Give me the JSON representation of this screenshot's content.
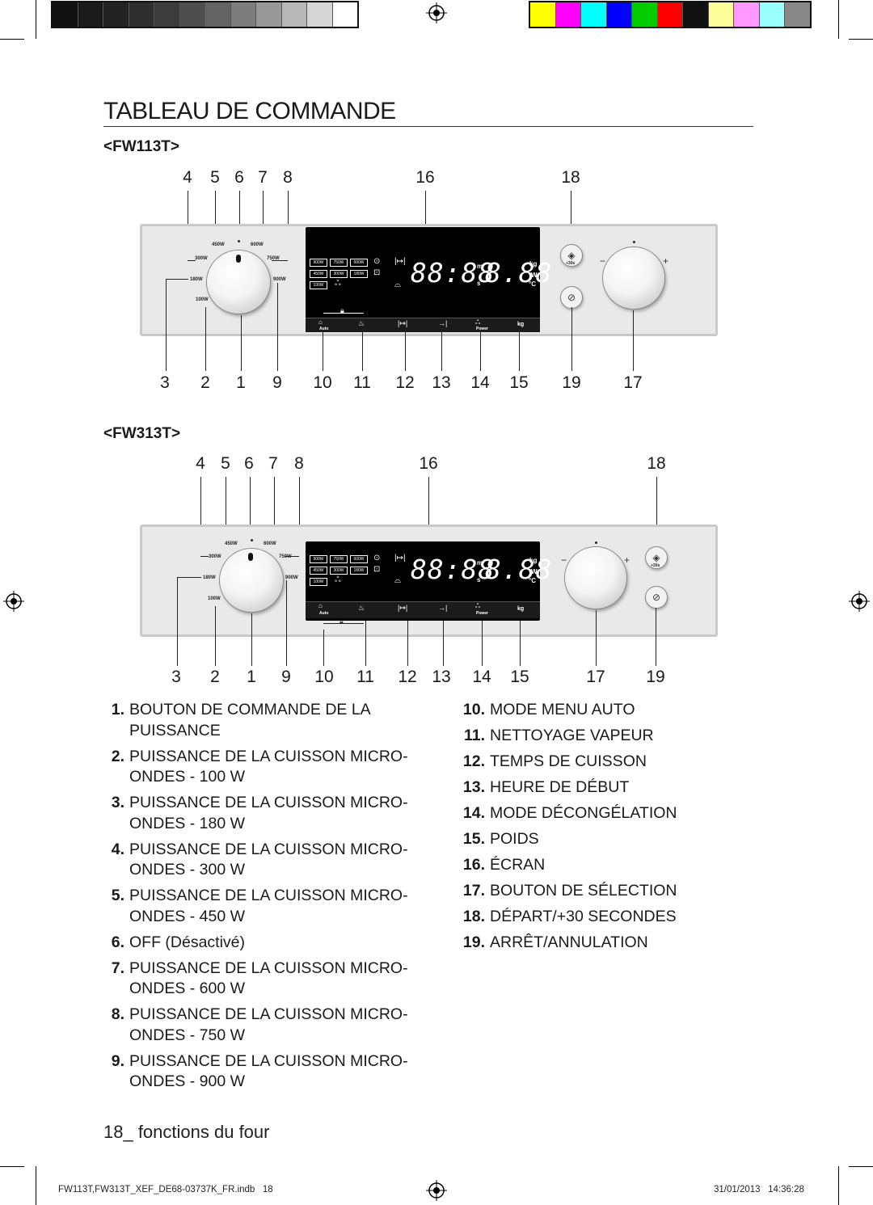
{
  "title": "TABLEAU DE COMMANDE",
  "models": {
    "first": "<FW113T>",
    "second": "<FW313T>"
  },
  "panel_top": {
    "top_numbers": [
      "4",
      "5",
      "6",
      "7",
      "8",
      "16",
      "18"
    ],
    "bottom_numbers": [
      "3",
      "2",
      "1",
      "9",
      "10",
      "11",
      "12",
      "13",
      "14",
      "15",
      "19",
      "17"
    ]
  },
  "panel_bottom": {
    "top_numbers": [
      "4",
      "5",
      "6",
      "7",
      "8",
      "16",
      "18"
    ],
    "bottom_numbers": [
      "3",
      "2",
      "1",
      "9",
      "10",
      "11",
      "12",
      "13",
      "14",
      "15",
      "17",
      "19"
    ]
  },
  "knob_labels": {
    "w450": "450W",
    "w600": "600W",
    "w300": "300W",
    "w750": "750W",
    "w180": "180W",
    "w900": "900W",
    "w100": "100W"
  },
  "display": {
    "digits_time": "88:88",
    "digits_weight": "8.88",
    "unit_m": "m",
    "unit_s": "s",
    "unit_kg": "kg",
    "unit_w": "W",
    "unit_c": "°C",
    "pill_900": "900W",
    "pill_750": "750W",
    "pill_600": "600W",
    "pill_450": "450W",
    "pill_300": "300W",
    "pill_180": "180W",
    "pill_100": "100W",
    "btn_auto": "Auto",
    "btn_power": "Power",
    "btn_kg": "kg"
  },
  "start_button_hint": "+30s",
  "legend_left": [
    {
      "num": "1.",
      "text": "BOUTON DE COMMANDE DE LA PUISSANCE"
    },
    {
      "num": "2.",
      "text": "PUISSANCE DE LA CUISSON MICRO-ONDES - 100 W"
    },
    {
      "num": "3.",
      "text": "PUISSANCE DE LA CUISSON MICRO-ONDES - 180 W"
    },
    {
      "num": "4.",
      "text": "PUISSANCE DE LA CUISSON MICRO-ONDES - 300 W"
    },
    {
      "num": "5.",
      "text": "PUISSANCE DE LA CUISSON MICRO-ONDES - 450 W"
    },
    {
      "num": "6.",
      "text": "OFF (Désactivé)"
    },
    {
      "num": "7.",
      "text": "PUISSANCE DE LA CUISSON MICRO-ONDES - 600 W"
    },
    {
      "num": "8.",
      "text": "PUISSANCE DE LA CUISSON MICRO-ONDES - 750 W"
    },
    {
      "num": "9.",
      "text": "PUISSANCE DE LA CUISSON MICRO-ONDES - 900 W"
    }
  ],
  "legend_right": [
    {
      "num": "10.",
      "text": "MODE MENU AUTO"
    },
    {
      "num": "11.",
      "text": "NETTOYAGE VAPEUR"
    },
    {
      "num": "12.",
      "text": "TEMPS DE CUISSON"
    },
    {
      "num": "13.",
      "text": "HEURE DE DÉBUT"
    },
    {
      "num": "14.",
      "text": "MODE DÉCONGÉLATION"
    },
    {
      "num": "15.",
      "text": "POIDS"
    },
    {
      "num": "16.",
      "text": "ÉCRAN"
    },
    {
      "num": "17.",
      "text": "BOUTON DE SÉLECTION"
    },
    {
      "num": "18.",
      "text": "DÉPART/+30 SECONDES"
    },
    {
      "num": "19.",
      "text": "ARRÊT/ANNULATION"
    }
  ],
  "footer": {
    "section": "18_ fonctions du four",
    "file": "FW113T,FW313T_XEF_DE68-03737K_FR.indb   18",
    "date": "31/01/2013   14:36:28"
  },
  "colors": {
    "grayscale": [
      "#111111",
      "#1a1a1a",
      "#232323",
      "#2e2e2e",
      "#3c3c3c",
      "#4e4e4e",
      "#646464",
      "#7c7c7c",
      "#999999",
      "#b8b8b8",
      "#d6d6d6",
      "#ffffff"
    ],
    "process": [
      "#ffff00",
      "#ff00ff",
      "#00ffff",
      "#0000ff",
      "#00cc00",
      "#ff0000",
      "#111111",
      "#ffff99",
      "#ff99ff",
      "#99ffff",
      "#888888"
    ]
  }
}
